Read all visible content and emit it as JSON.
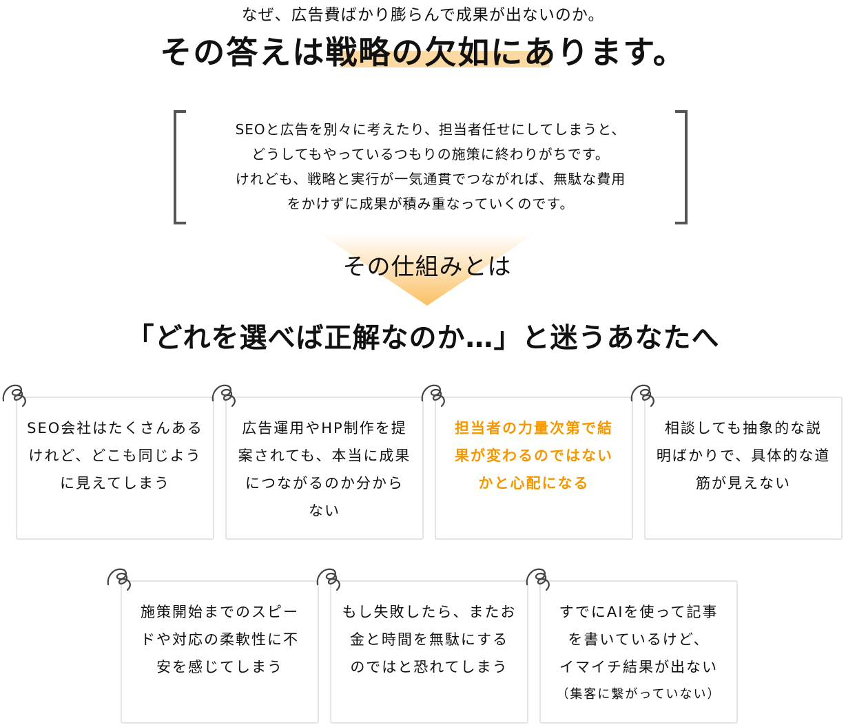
{
  "header": {
    "lead": "なぜ、広告費ばかり膨らんで成果が出ないのか。",
    "title": "その答えは戦略の欠如にあります。"
  },
  "intro": {
    "lines": [
      "SEOと広告を別々に考えたり、担当者任せにしてしまうと、",
      "どうしてもやっているつもりの施策に終わりがちです。",
      "けれども、戦略と実行が一気通貫でつながれば、無駄な費用",
      "をかけずに成果が積み重なっていくのです。"
    ]
  },
  "mechanism": {
    "label": "その仕組みとは"
  },
  "section": {
    "title": "「どれを選べば正解なのか…」と迷うあなたへ"
  },
  "cards": [
    {
      "lines": [
        "SEO会社はたくさんある",
        "けれど、どこも同じよう",
        "に見えてしまう"
      ]
    },
    {
      "lines": [
        "広告運用やHP制作を提",
        "案されても、本当に成果",
        "につながるのか分から",
        "ない"
      ]
    },
    {
      "lines": [
        "担当者の力量次第で結",
        "果が変わるのではない",
        "かと心配になる"
      ]
    },
    {
      "lines": [
        "相談しても抽象的な説",
        "明ばかりで、具体的な道",
        "筋が見えない"
      ]
    },
    {
      "lines": [
        "施策開始までのスピー",
        "ドや対応の柔軟性に不",
        "安を感じてしまう"
      ]
    },
    {
      "lines": [
        "もし失敗したら、またお",
        "金と時間を無駄にする",
        "のではと恐れてしまう"
      ]
    },
    {
      "lines": [
        "すでにAIを使って記事",
        "を書いているけど、",
        "イマイチ結果が出ない"
      ],
      "note": "（集客に繋がっていない）"
    }
  ],
  "colors": {
    "accent": "#f39800",
    "highlight": "#fbd9a3"
  }
}
